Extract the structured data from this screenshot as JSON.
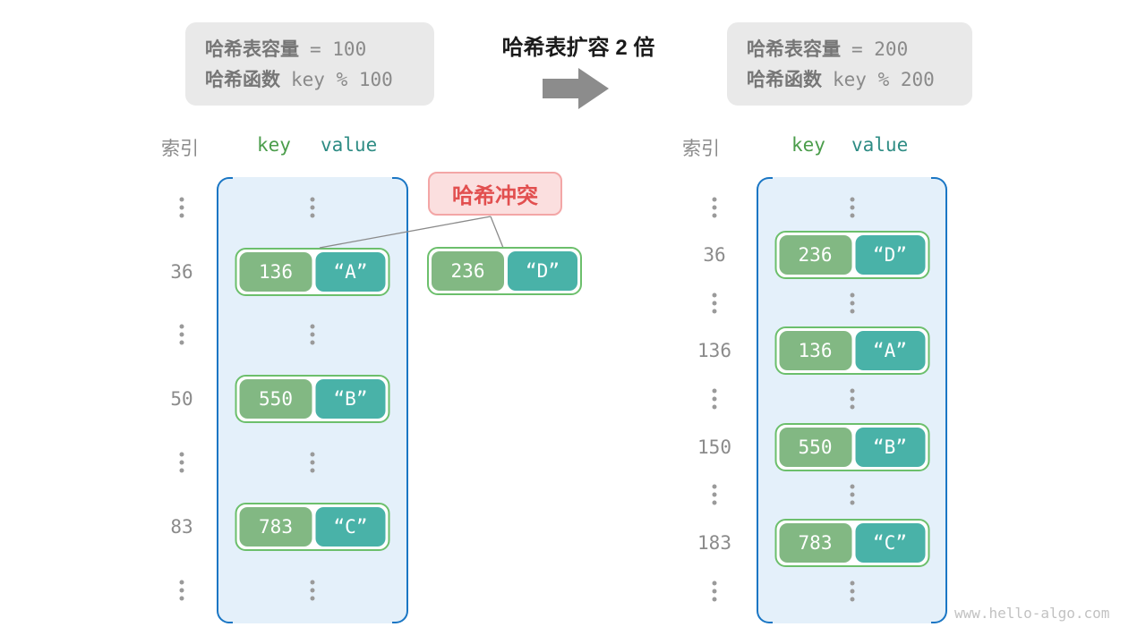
{
  "info_box_old": {
    "capacity_label": "哈希表容量",
    "capacity_code": "=  100",
    "hash_label": "哈希函数",
    "hash_code": "key % 100"
  },
  "info_box_new": {
    "capacity_label": "哈希表容量",
    "capacity_code": "=  200",
    "hash_label": "哈希函数",
    "hash_code": "key % 200"
  },
  "transition": {
    "title": "哈希表扩容 2 倍",
    "arrow_icon": "right-arrow"
  },
  "collision": {
    "label": "哈希冲突",
    "pair": {
      "key": "236",
      "value": "“D”"
    }
  },
  "left_table": {
    "headers": {
      "index": "索引",
      "key": "key",
      "value": "value"
    },
    "rows": [
      {
        "type": "ellipsis"
      },
      {
        "type": "pair",
        "index": "36",
        "key": "136",
        "value": "“A”"
      },
      {
        "type": "ellipsis"
      },
      {
        "type": "pair",
        "index": "50",
        "key": "550",
        "value": "“B”"
      },
      {
        "type": "ellipsis"
      },
      {
        "type": "pair",
        "index": "83",
        "key": "783",
        "value": "“C”"
      },
      {
        "type": "ellipsis"
      }
    ]
  },
  "right_table": {
    "headers": {
      "index": "索引",
      "key": "key",
      "value": "value"
    },
    "rows": [
      {
        "type": "ellipsis"
      },
      {
        "type": "pair",
        "index": "36",
        "key": "236",
        "value": "“D”"
      },
      {
        "type": "ellipsis"
      },
      {
        "type": "pair",
        "index": "136",
        "key": "136",
        "value": "“A”"
      },
      {
        "type": "ellipsis"
      },
      {
        "type": "pair",
        "index": "150",
        "key": "550",
        "value": "“B”"
      },
      {
        "type": "ellipsis"
      },
      {
        "type": "pair",
        "index": "183",
        "key": "783",
        "value": "“C”"
      },
      {
        "type": "ellipsis"
      }
    ]
  },
  "watermark": "www.hello-algo.com",
  "colors": {
    "container_fill": "#e4f0fa",
    "container_border": "#1a76c4",
    "key_green": "#82b883",
    "value_teal": "#49b2a8",
    "pair_border": "#6cbf6c",
    "collision_fill": "#fbdfdf",
    "collision_border": "#f3a6a6",
    "collision_text": "#e24f4f",
    "muted_gray": "#8b8b8b",
    "infobox_fill": "#e9e9e9",
    "header_key_green": "#4b9d4b",
    "header_value_teal": "#2e8c84",
    "arrow_gray": "#8c8c8c",
    "watermark_gray": "#c2c2c2"
  }
}
